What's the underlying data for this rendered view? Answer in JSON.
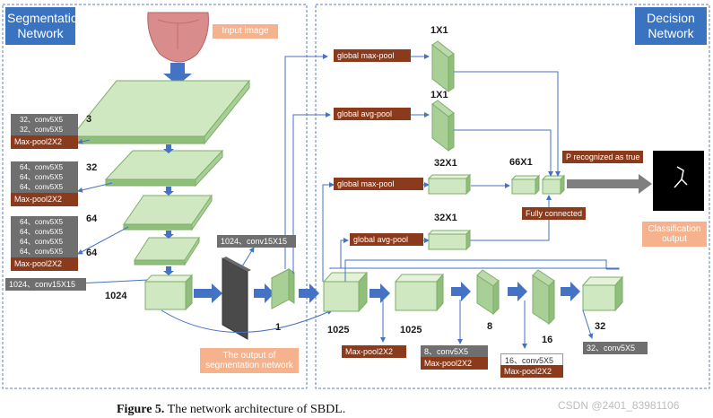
{
  "sections": {
    "segmentation": "Segmentation Network",
    "decision": "Decision Network"
  },
  "input_label": "Input image",
  "seg_output_label": "The output of segmentation network",
  "classification_label": "Classification output",
  "p_label": "P recognized as true",
  "fully_connected": "Fully connected",
  "pool_labels": {
    "gmp1": "global max-pool",
    "gap1": "global avg-pool",
    "gmp2": "global max-pool",
    "gap2": "global avg-pool"
  },
  "decision_sizes": {
    "s1": "1X1",
    "s2": "1X1",
    "s3": "32X1",
    "s4": "66X1",
    "s5": "32X1"
  },
  "left_stacks": {
    "a": [
      "32、conv5X5",
      "32、conv5X5"
    ],
    "a_pool": "Max-pool2X2",
    "b": [
      "64、conv5X5",
      "64、conv5X5",
      "64、conv5X5"
    ],
    "b_pool": "Max-pool2X2",
    "c": [
      "64、conv5X5",
      "64、conv5X5",
      "64、conv5X5",
      "64、conv5X5"
    ],
    "c_pool": "Max-pool2X2",
    "d": "1024、conv15X15"
  },
  "conv_1024_15": "1024、conv15X15",
  "seg_numbers": {
    "n3": "3",
    "n32": "32",
    "n64a": "64",
    "n64b": "64",
    "n1024": "1024",
    "n1": "1"
  },
  "dec_numbers": {
    "n1025a": "1025",
    "n1025b": "1025",
    "n8": "8",
    "n16": "16",
    "n32": "32"
  },
  "dec_labels": {
    "pool1": "Max-pool2X2",
    "conv8": "8、conv5X5",
    "pool8": "Max-pool2X2",
    "conv16": "16、conv5X5",
    "pool16": "Max-pool2X2",
    "conv32": "32、conv5X5"
  },
  "caption": {
    "figure": "Figure 5.",
    "text": "The network architecture of SBDL."
  },
  "watermark": "CSDN @2401_83981106",
  "colors": {
    "brown": "#8B3A1B",
    "grey": "#6f6f6f",
    "orange": "#F6B28C",
    "blue": "#3A73C0",
    "cube_face": "#cfe8c2",
    "cube_side": "#8fbf7a",
    "arrow": "#4472C4"
  }
}
